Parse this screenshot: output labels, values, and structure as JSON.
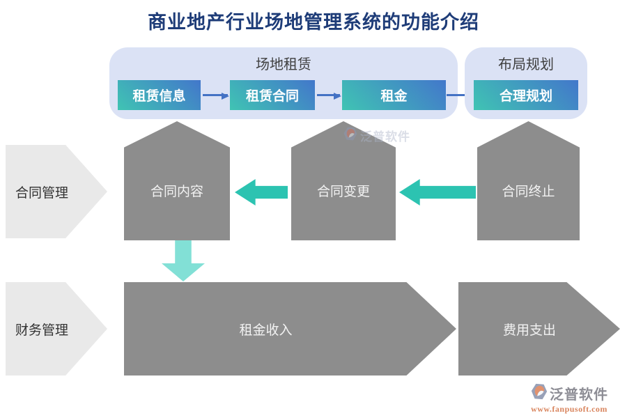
{
  "title": "商业地产行业场地管理系统的功能介绍",
  "venue_leasing": {
    "label": "场地租赁",
    "buttons": [
      "租赁信息",
      "租赁合同",
      "租金"
    ]
  },
  "layout_planning": {
    "label": "布局规划",
    "buttons": [
      "合理规划"
    ]
  },
  "contract_row": {
    "label": "合同管理",
    "nodes": [
      "合同内容",
      "合同变更",
      "合同终止"
    ]
  },
  "finance_row": {
    "label": "财务管理",
    "nodes": [
      "租金收入",
      "费用支出"
    ]
  },
  "watermark_center": {
    "brand": "泛普软件"
  },
  "watermark_bottom_right": {
    "brand": "泛普软件",
    "url": "www.fanpusoft.com"
  },
  "colors": {
    "title_navy": "#1e3c78",
    "panel_bg": "#dbe2f5",
    "button_gradient_start": "#40c4b3",
    "button_gradient_end": "#4277cb",
    "connector_blue": "#4472c4",
    "shape_gray": "#8d8d8d",
    "label_chevron_gray": "#e9e9e9",
    "accent_teal": "#2cc3b1",
    "accent_teal_light": "#82e0d6",
    "watermark_url_orange": "#d9855e"
  }
}
